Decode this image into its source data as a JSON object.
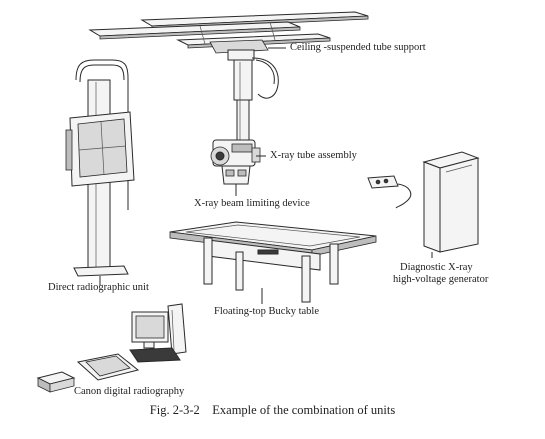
{
  "labels": {
    "ceiling_support": "Ceiling -suspended tube support",
    "tube_assembly": "X-ray tube assembly",
    "beam_limiting": "X-ray beam limiting device",
    "generator_line1": "Diagnostic X-ray",
    "generator_line2": "high-voltage generator",
    "radiographic_unit": "Direct radiographic unit",
    "bucky_table": "Floating-top Bucky table",
    "canon_dr": "Canon digital radiography"
  },
  "caption": "Fig. 2-3-2    Example of the combination of units"
}
